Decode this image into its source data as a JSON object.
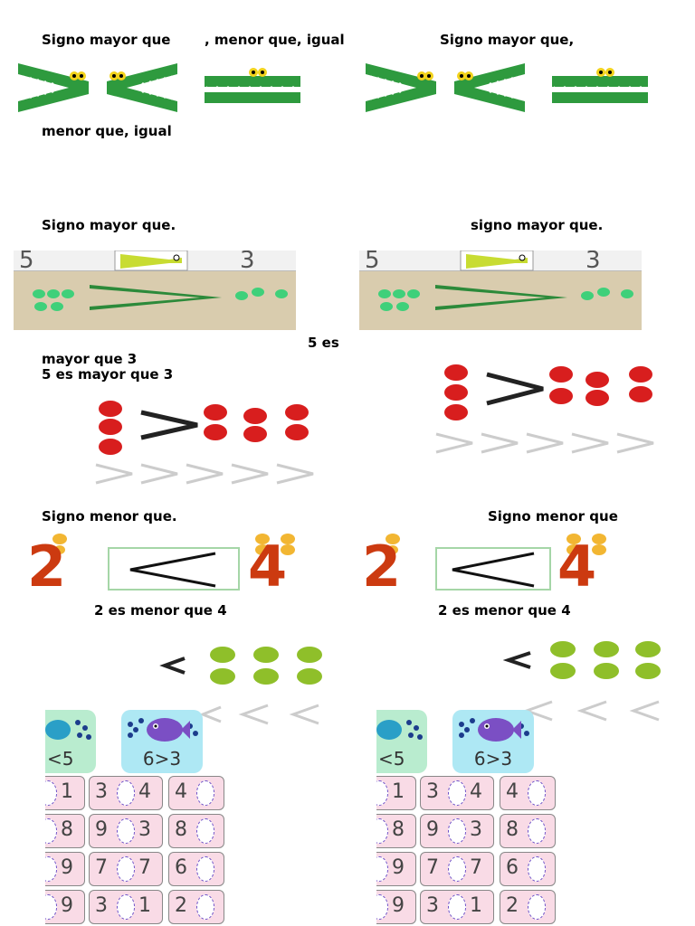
{
  "left": {
    "heading1": "Signo mayor que",
    "heading1b": ", menor que, igual",
    "heading2": "menor que, igual",
    "heading3": "Signo mayor que.",
    "photo_left_num": "5",
    "photo_right_num": "3",
    "five_es": "5 es",
    "mayor_que_3": "mayor que 3",
    "sentence_mayor": "5 es mayor que 3",
    "heading_menor": "Signo menor que.",
    "num_left": "2",
    "num_right": "4",
    "sentence_menor": "2 es menor que 4",
    "card1_text": "<5",
    "card2_text": "6>3",
    "grid": [
      [
        "1",
        "3",
        "4",
        "4"
      ],
      [
        "8",
        "9",
        "3",
        "8"
      ],
      [
        "9",
        "7",
        "7",
        "6"
      ],
      [
        "9",
        "3",
        "1",
        "2"
      ]
    ]
  },
  "right": {
    "heading1": "Signo mayor que,",
    "heading3": "signo mayor que.",
    "photo_left_num": "5",
    "photo_right_num": "3",
    "heading_menor": "Signo menor que",
    "num_left": "2",
    "num_right": "4",
    "sentence_menor": "2 es menor que 4",
    "card1_text": "<5",
    "card2_text": "6>3",
    "grid": [
      [
        "1",
        "3",
        "4",
        "4"
      ],
      [
        "8",
        "9",
        "3",
        "8"
      ],
      [
        "9",
        "7",
        "7",
        "6"
      ],
      [
        "9",
        "3",
        "1",
        "2"
      ]
    ]
  },
  "colors": {
    "croc_green": "#2e9a3e",
    "apple_red": "#d81e1e",
    "number_orange": "#cc3a10",
    "pear_green": "#8fbf2a",
    "tile_pink": "#f9dbe6",
    "card_green": "#b9eccf",
    "card_blue": "#aee8f4"
  }
}
